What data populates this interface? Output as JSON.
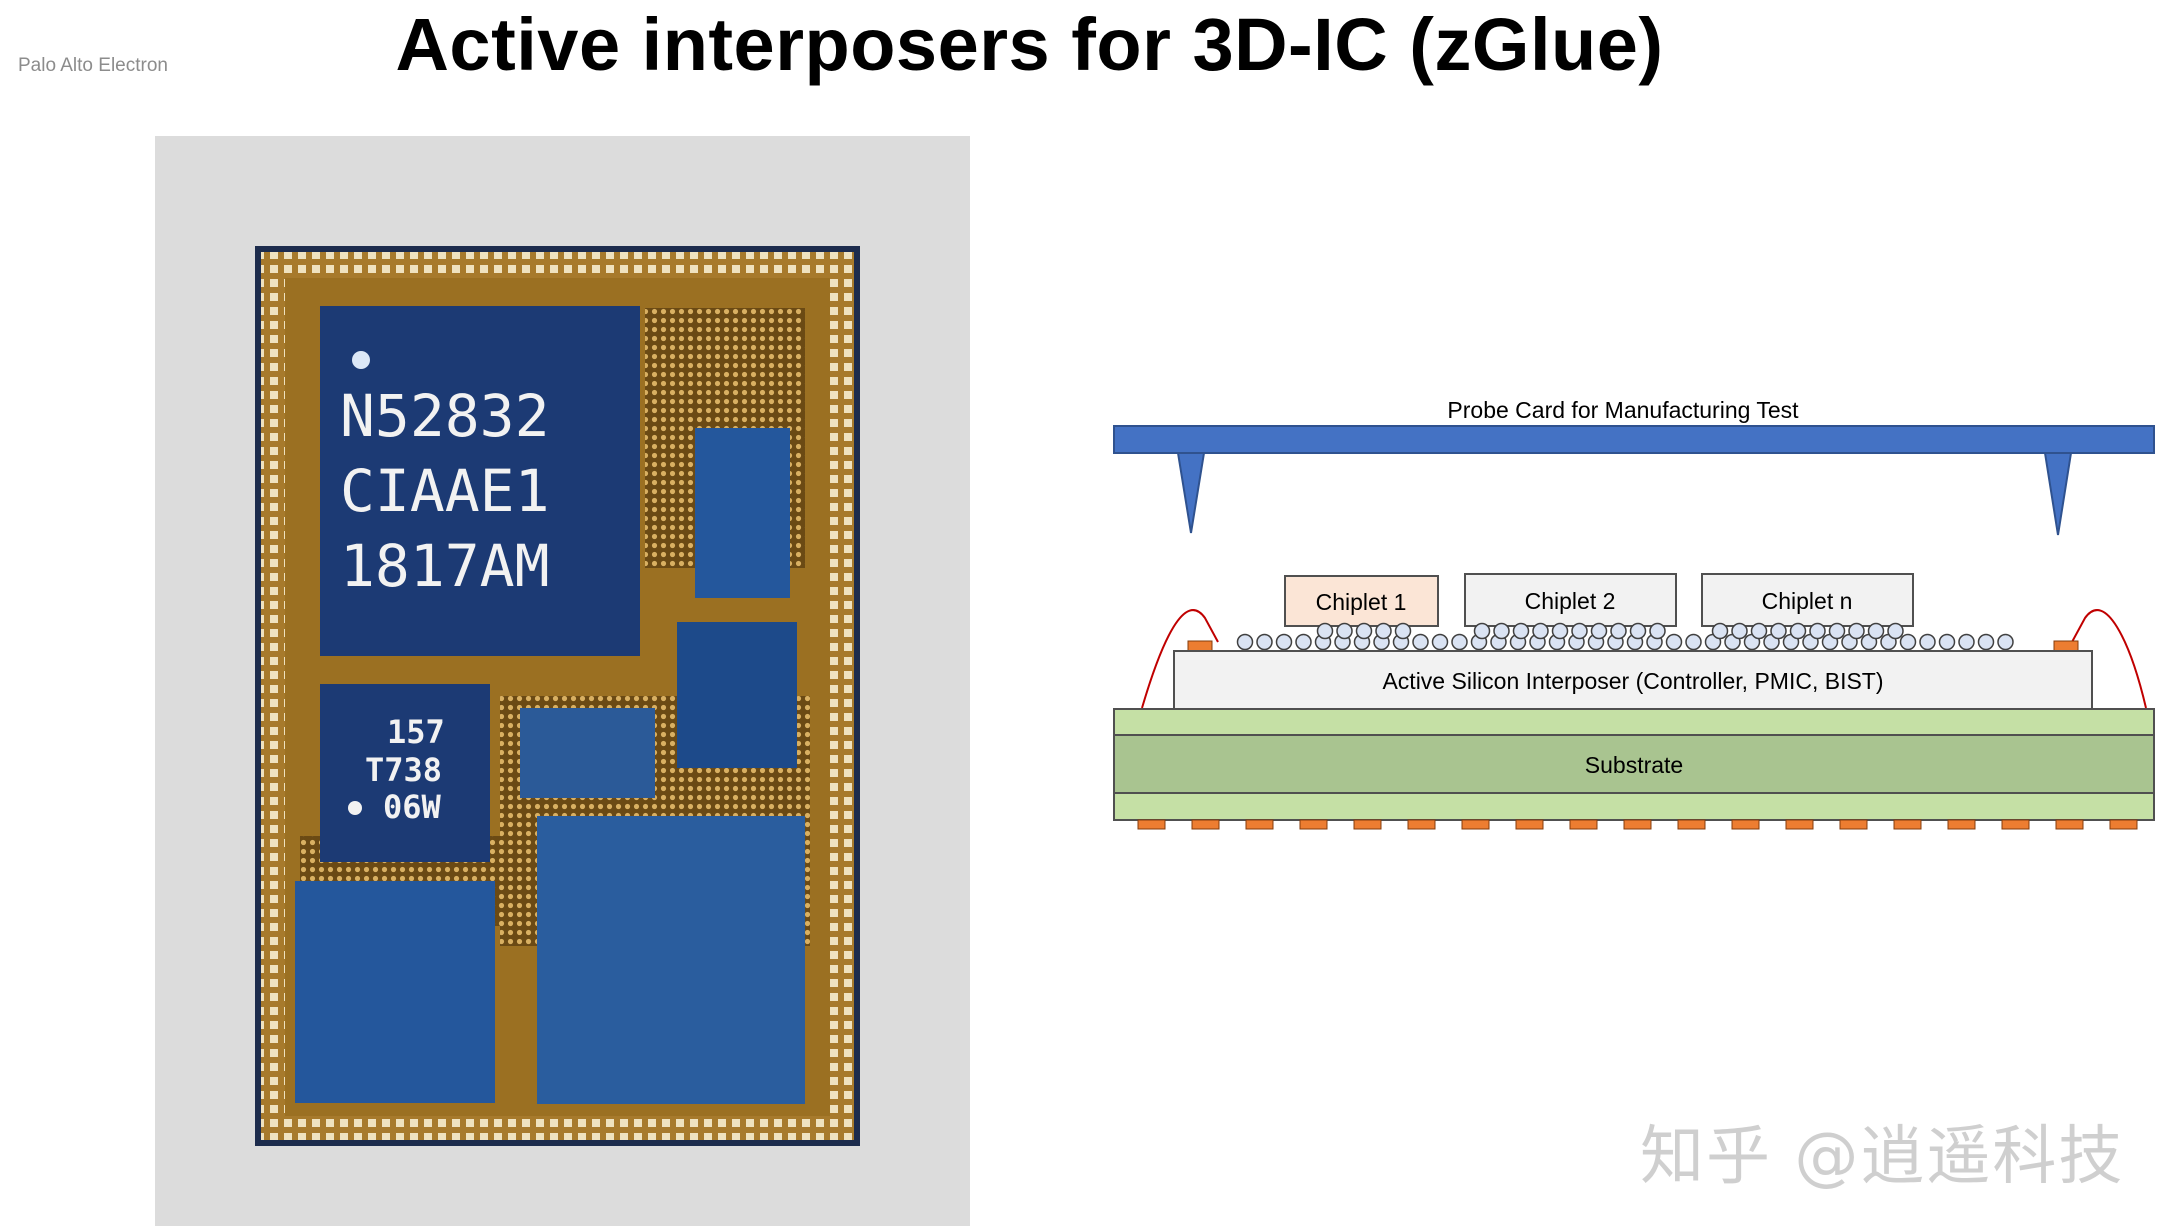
{
  "slide": {
    "organization": "Palo Alto Electron",
    "title": "Active interposers for 3D-IC (zGlue)"
  },
  "die_photo": {
    "chip_main_marking": [
      "N52832",
      "CIAAE1",
      "1817AM"
    ],
    "chip_small_marking": [
      "157",
      "T738",
      "06W"
    ]
  },
  "diagram": {
    "probe_card": "Probe Card for Manufacturing Test",
    "chiplets": [
      "Chiplet 1",
      "Chiplet 2",
      "Chiplet n"
    ],
    "interposer": "Active Silicon Interposer (Controller, PMIC, BIST)",
    "substrate": "Substrate"
  },
  "watermark": "知乎 @逍遥科技",
  "colors": {
    "probe_card": "#4472c4",
    "chiplet_1_fill": "#fbe5d6",
    "substrate_light": "#c5e0a5",
    "substrate_dark": "#a9c490",
    "pad": "#ed7d31",
    "bump": "#dae3f3",
    "die_gold": "#9b7022",
    "die_blue": "#1c4788"
  }
}
